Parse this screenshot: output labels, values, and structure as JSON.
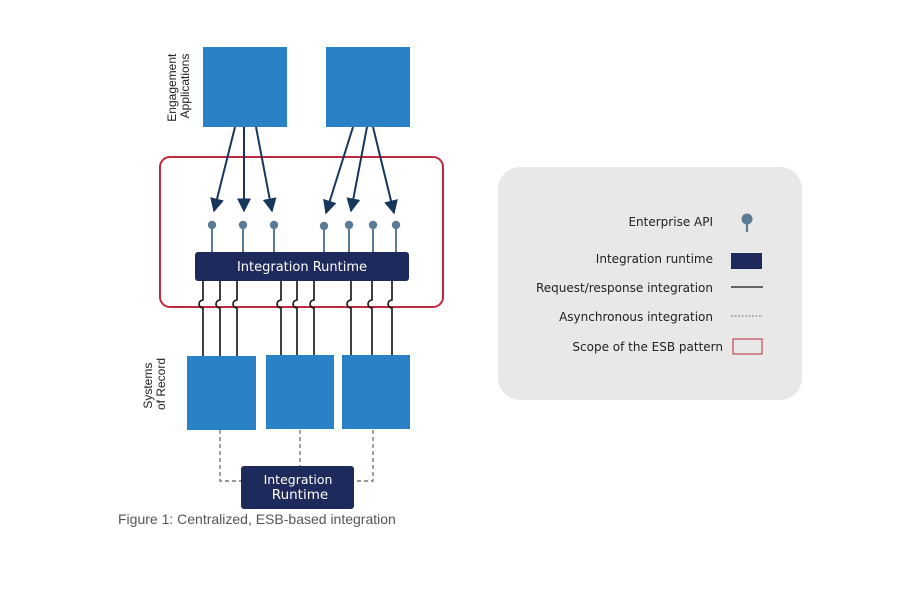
{
  "diagram": {
    "labels": {
      "engagement": [
        "Engagement",
        "Applications"
      ],
      "systems": [
        "Systems",
        "of Record"
      ]
    },
    "runtime_top": "Integration Runtime",
    "runtime_bottom": [
      "Integration",
      "Runtime"
    ]
  },
  "legend": {
    "items": [
      {
        "label": "Enterprise API",
        "icon": "api-pin-icon"
      },
      {
        "label": "Integration runtime",
        "icon": "runtime-swatch-icon"
      },
      {
        "label": "Request/response integration",
        "icon": "solid-line-icon"
      },
      {
        "label": "Asynchronous integration",
        "icon": "dashed-line-icon"
      },
      {
        "label": "Scope of the ESB pattern",
        "icon": "scope-box-icon"
      }
    ]
  },
  "caption": "Figure 1: Centralized, ESB-based integration"
}
